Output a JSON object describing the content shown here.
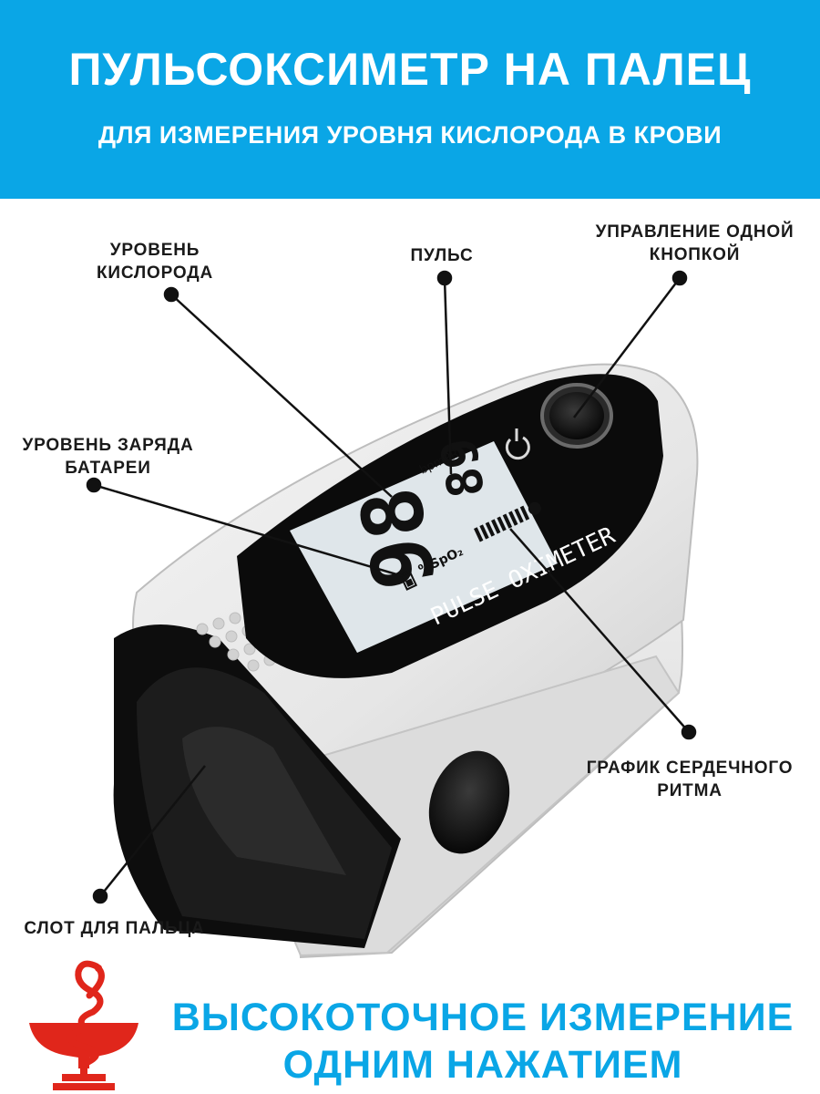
{
  "header": {
    "title": "ПУЛЬСОКСИМЕТР НА ПАЛЕЦ",
    "subtitle": "ДЛЯ ИЗМЕРЕНИЯ УРОВНЯ КИСЛОРОДА В КРОВИ"
  },
  "callouts": {
    "oxygen": [
      "УРОВЕНЬ",
      "КИСЛОРОДА"
    ],
    "pulse": [
      "ПУЛЬС"
    ],
    "button": [
      "УПРАВЛЕНИЕ ОДНОЙ",
      "КНОПКОЙ"
    ],
    "battery": [
      "УРОВЕНЬ ЗАРЯДА",
      "БАТАРЕИ"
    ],
    "heart_chart": [
      "ГРАФИК СЕРДЕЧНОГО",
      "РИТМА"
    ],
    "finger_slot": [
      "СЛОТ ДЛЯ ПАЛЬЦА"
    ]
  },
  "device": {
    "spo2_value": "98",
    "pr_value": "89",
    "spo2_unit": "%SpO₂",
    "pr_unit": "bpmPR",
    "brand_text": "PULSE OXIMETER",
    "colors": {
      "body": "#e9e9e9",
      "screen": "#dfe6ea",
      "frame": "#0b0b0b"
    }
  },
  "footer": {
    "line1": "ВЫСОКОТОЧНОЕ ИЗМЕРЕНИЕ",
    "line2": "ОДНИМ НАЖАТИЕМ",
    "accent_color": "#0aa6e6",
    "emblem_icon": "pharmacy-bowl-snake-icon",
    "emblem_color": "#e0261b"
  }
}
